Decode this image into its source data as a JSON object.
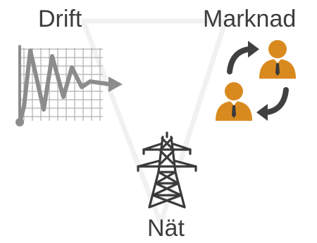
{
  "labels": {
    "operation": "Drift",
    "market": "Marknad",
    "grid": "Nät"
  },
  "colors": {
    "text": "#3d3d3d",
    "chart_gray": "#8c8c8c",
    "grid_lines": "#b0b0b0",
    "person_orange": "#d98a1f",
    "arrow_dark": "#404040",
    "tower_dark": "#3a3a3a",
    "triangle_faint": "#f1f1f1"
  },
  "icons": {
    "operation": "line-chart-icon",
    "market": "people-exchange-icon",
    "grid": "power-tower-icon"
  }
}
